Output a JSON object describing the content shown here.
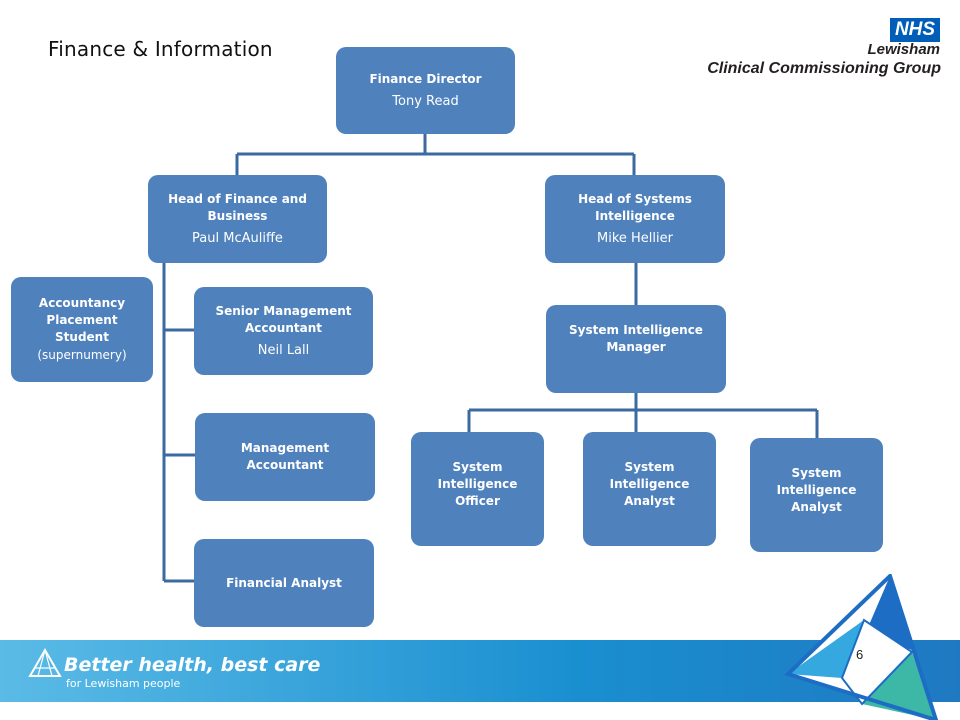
{
  "header": {
    "title": "Finance & Information",
    "nhs_badge": "NHS",
    "org_name_line1": "Lewisham",
    "org_name_line2": "Clinical Commissioning Group"
  },
  "org_chart": {
    "director": {
      "role": "Finance Director",
      "name": "Tony Read"
    },
    "finance_head": {
      "role": "Head of Finance and Business",
      "name": "Paul McAuliffe"
    },
    "placement_student": {
      "role": "Accountancy Placement Student",
      "name": "(supernumery)"
    },
    "senior_mgmt_accountant": {
      "role": "Senior Management Accountant",
      "name": "Neil Lall"
    },
    "mgmt_accountant": {
      "role": "Management Accountant"
    },
    "financial_analyst": {
      "role": "Financial Analyst"
    },
    "systems_head": {
      "role": "Head of Systems Intelligence",
      "name": "Mike Hellier"
    },
    "si_manager": {
      "role": "System Intelligence Manager"
    },
    "si_officer": {
      "role": "System Intelligence Officer"
    },
    "si_analyst_1": {
      "role": "System Intelligence Analyst"
    },
    "si_analyst_2": {
      "role": "System Intelligence Analyst"
    }
  },
  "footer": {
    "slogan": "Better health, best care",
    "slogan_sub": "for Lewisham people",
    "page_number": "6"
  },
  "colors": {
    "node_fill": "#4F81BD",
    "connector": "#3A6AA0",
    "footer_band": "#1A8FD0",
    "nhs_blue": "#005EB8"
  }
}
